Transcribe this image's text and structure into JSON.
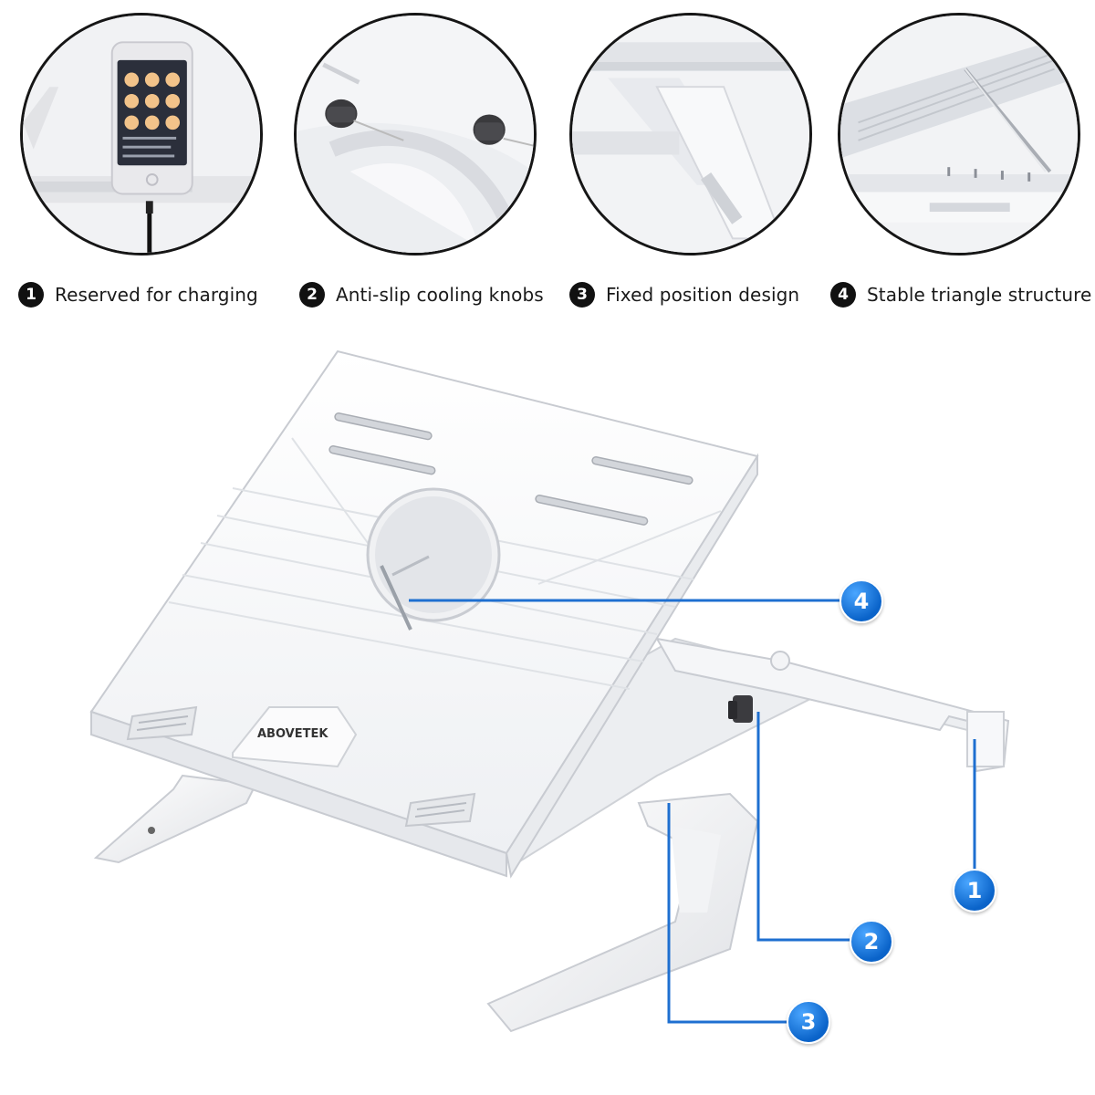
{
  "features": [
    {
      "number": "1",
      "label": "Reserved for charging"
    },
    {
      "number": "2",
      "label": "Anti-slip cooling knobs"
    },
    {
      "number": "3",
      "label": "Fixed position design"
    },
    {
      "number": "4",
      "label": "Stable triangle structure"
    }
  ],
  "brand": {
    "logo_text": "ABOVETEK"
  },
  "callouts": {
    "c1": "1",
    "c2": "2",
    "c3": "3",
    "c4": "4"
  },
  "colors": {
    "callout_blue": "#0a63c9",
    "leader_blue": "#1e6fd0",
    "product_white": "#f7f7f8"
  },
  "icons": {
    "feature_number": "filled-circle-number",
    "callout": "blue-circle-number"
  }
}
